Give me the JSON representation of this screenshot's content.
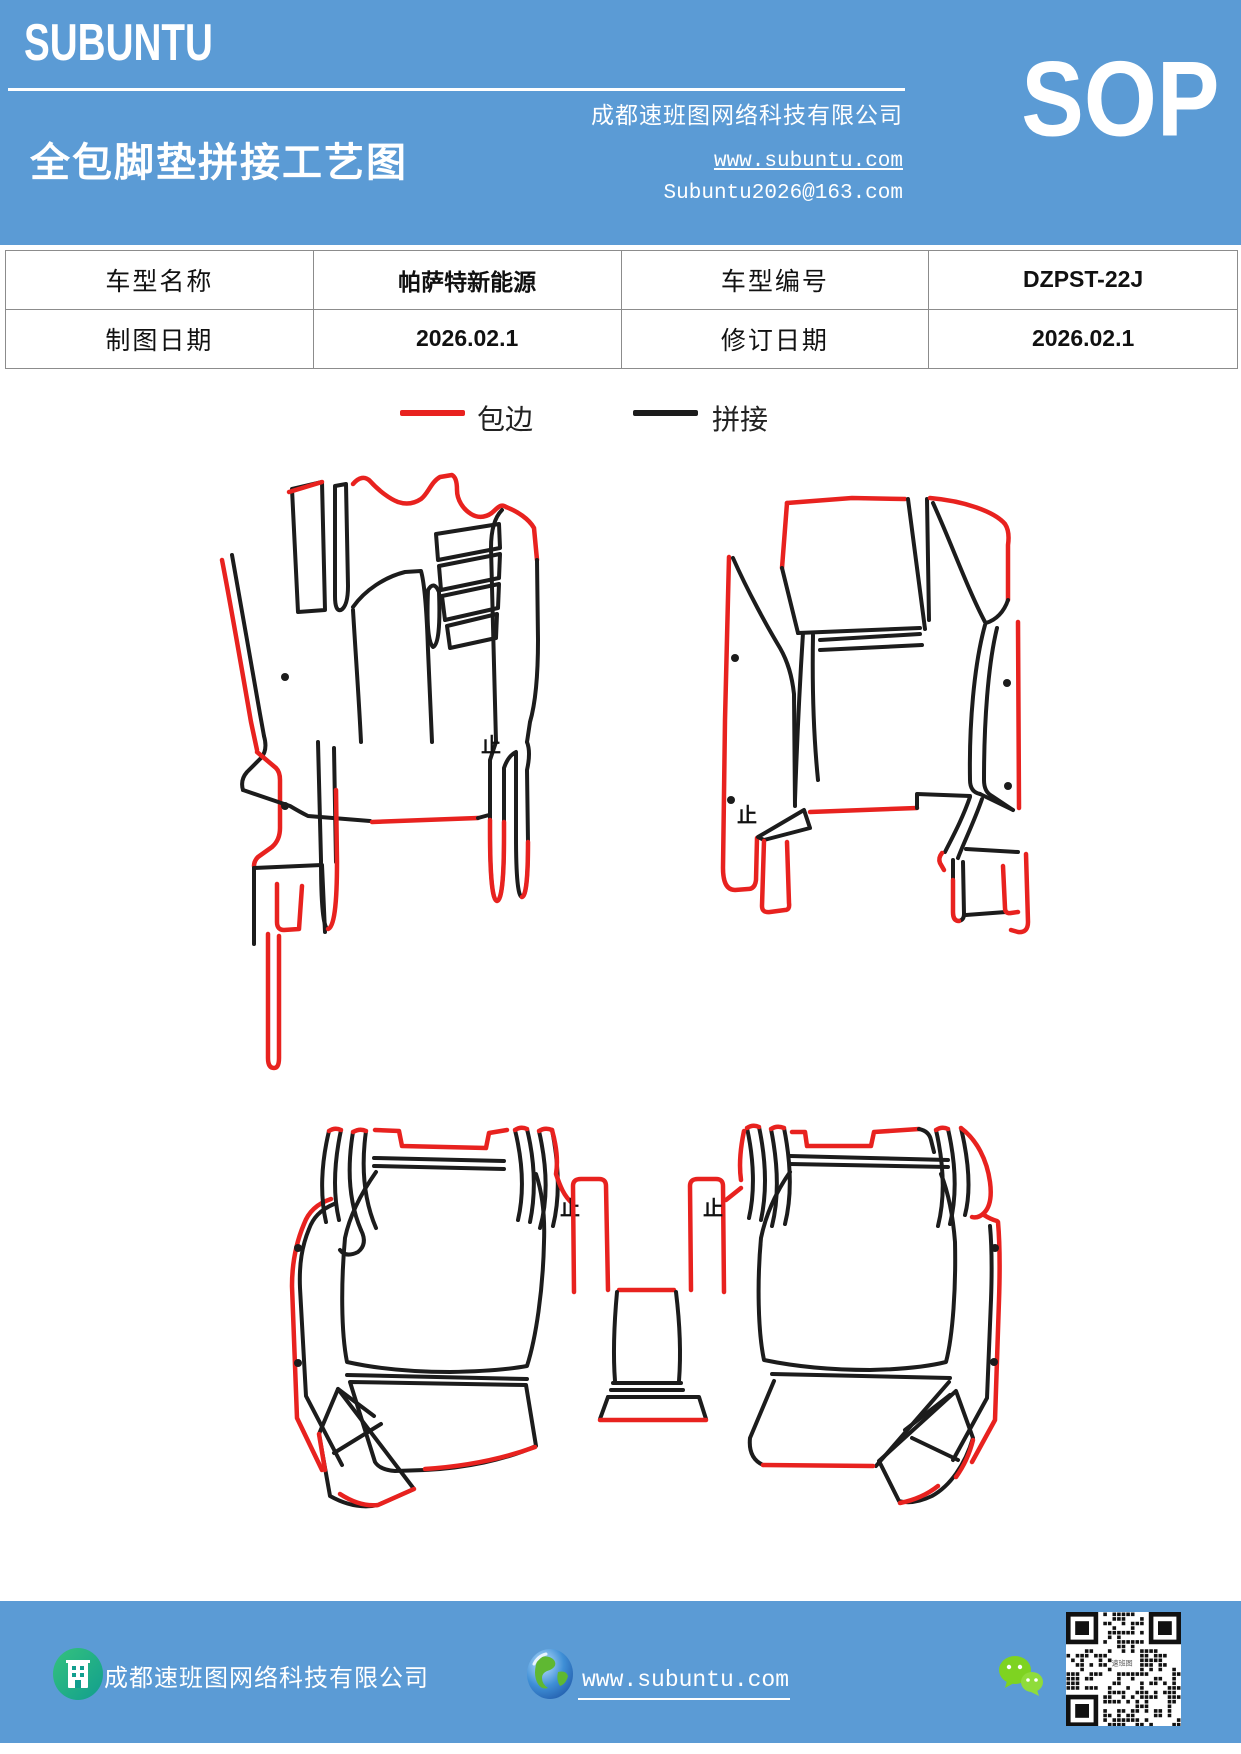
{
  "colors": {
    "brand_blue": "#5B9BD5",
    "edge_red": "#E8221F",
    "seam_black": "#1C1C1C"
  },
  "header": {
    "logo": "SUBUNTU",
    "company_name": "成都速班图网络科技有限公司",
    "doc_type": "SOP",
    "title": "全包脚垫拼接工艺图",
    "website": "www.subuntu.com",
    "email": "Subuntu2026@163.com"
  },
  "info_table": {
    "rows": [
      {
        "label1": "车型名称",
        "value1": "帕萨特新能源",
        "label2": "车型编号",
        "value2": "DZPST-22J"
      },
      {
        "label1": "制图日期",
        "value1": "2026.02.1",
        "label2": "修订日期",
        "value2": "2026.02.1"
      }
    ]
  },
  "legend": {
    "edge_label": "包边",
    "seam_label": "拼接"
  },
  "diagram": {
    "stop_mark": "止"
  },
  "footer": {
    "company_name": "成都速班图网络科技有限公司",
    "website": "www.subuntu.com"
  }
}
